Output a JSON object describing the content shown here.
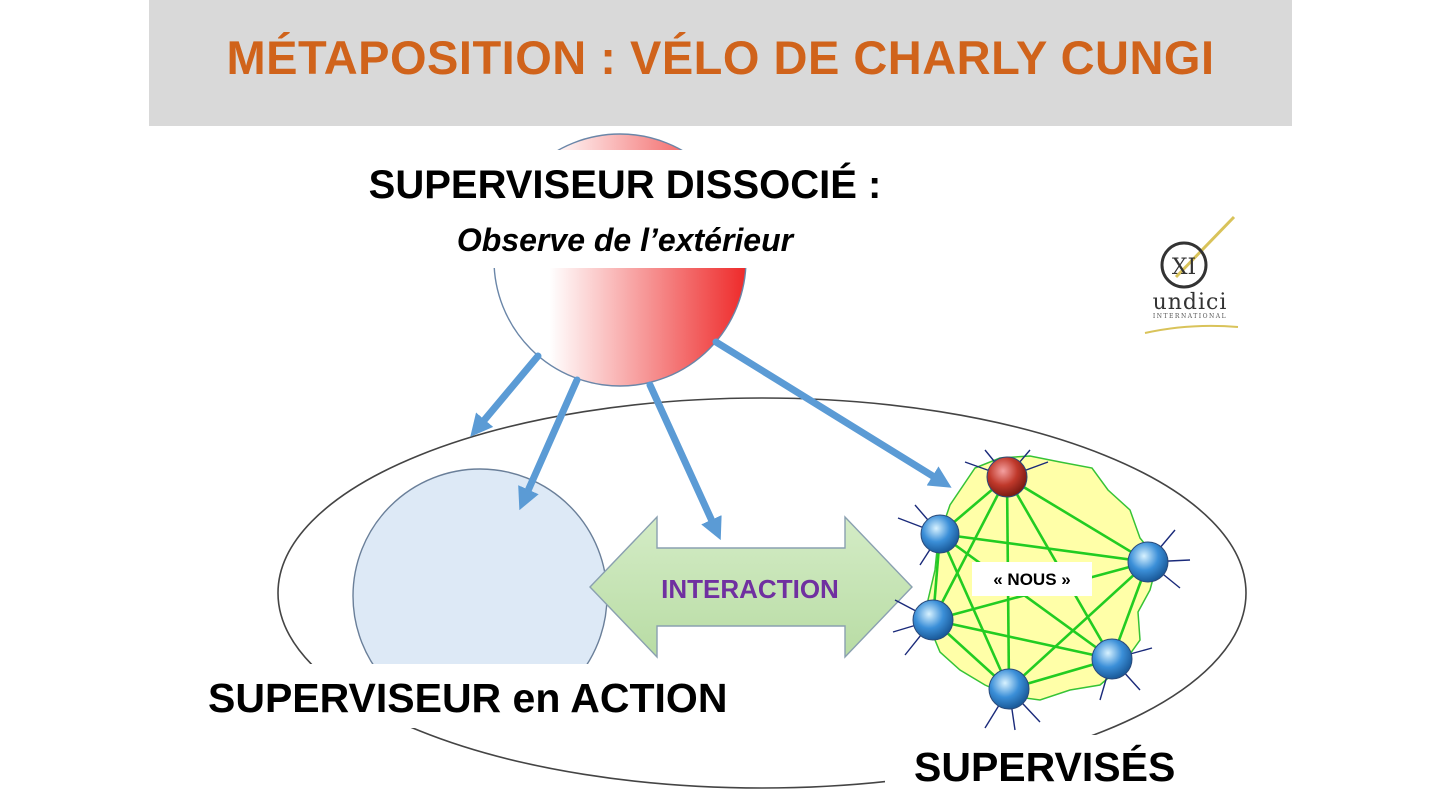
{
  "title": "MÉTAPOSITION : VÉLO DE CHARLY CUNGI",
  "labels": {
    "dissocie": "SUPERVISEUR DISSOCIÉ :",
    "observe": "Observe de l’extérieur",
    "interaction": "INTERACTION",
    "nous": "« NOUS »",
    "action": "SUPERVISEUR en ACTION",
    "supervises": "SUPERVISÉS"
  },
  "logo": {
    "brand": "undici",
    "sub": "INTERNATIONAL",
    "mark": "XI"
  },
  "colors": {
    "title": "#d0631b",
    "arrows": "#5b9bd5",
    "interaction_text": "#7030a0",
    "group_fill": "#ffffa8",
    "group_links": "#22cc22",
    "node_blue": "#3b8fd8",
    "node_red": "#c0392b"
  }
}
